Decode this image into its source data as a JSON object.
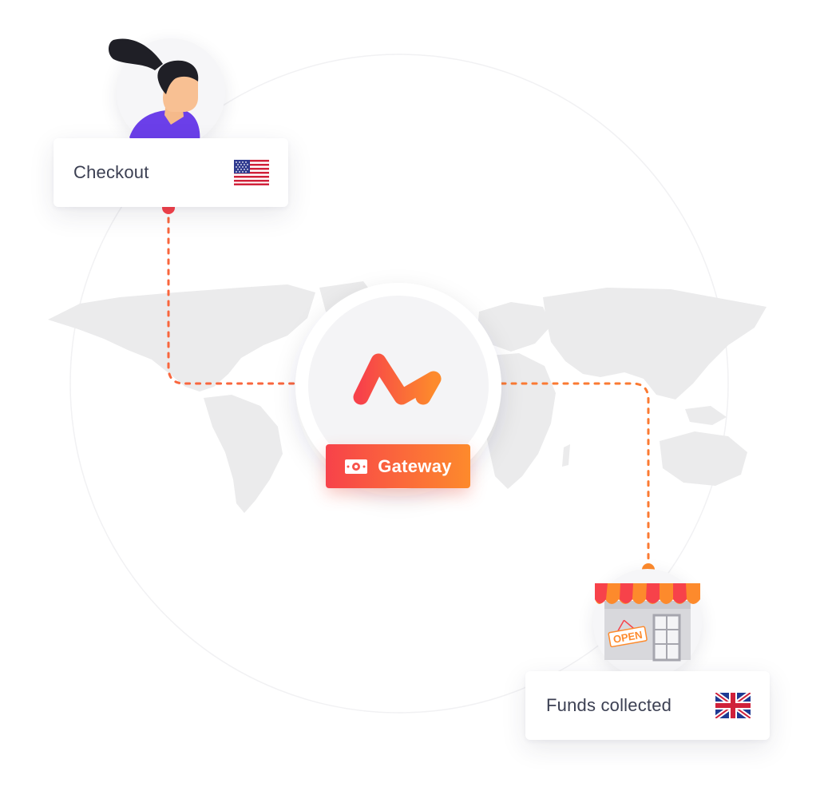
{
  "checkout": {
    "label": "Checkout",
    "flag_icon": "us-flag-icon"
  },
  "gateway": {
    "label": "Gateway",
    "logo_icon": "gateway-logo-icon",
    "badge_icon": "money-icon"
  },
  "funds": {
    "label": "Funds collected",
    "flag_icon": "uk-flag-icon"
  },
  "shop": {
    "sign_text": "OPEN"
  },
  "colors": {
    "accent_red": "#f7424a",
    "accent_orange": "#fd8a2c",
    "text": "#3b3f52",
    "map": "#ebebec"
  }
}
